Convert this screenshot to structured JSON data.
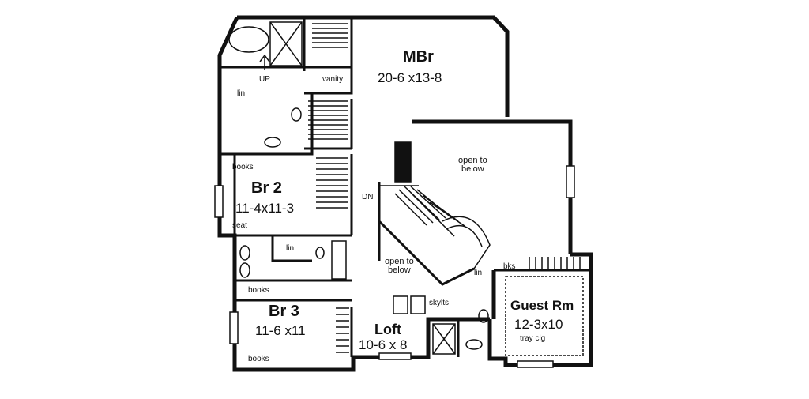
{
  "labels": {
    "mbr_name": "MBr",
    "mbr_dim": "20-6 x13-8",
    "up": "UP",
    "vanity": "vanity",
    "lin_top": "lin",
    "open_below_1_l1": "open to",
    "open_below_1_l2": "below",
    "books_br2": "books",
    "br2_name": "Br 2",
    "br2_dim": "11-4x11-3",
    "seat": "seat",
    "dn": "DN",
    "lin_bath": "lin",
    "open_below_2_l1": "open to",
    "open_below_2_l2": "below",
    "lin_guest": "lin",
    "bks": "bks",
    "guest_name": "Guest Rm",
    "guest_dim": "12-3x10",
    "tray": "tray clg",
    "skylts": "skylts",
    "books_br3_top": "books",
    "br3_name": "Br 3",
    "br3_dim": "11-6 x11",
    "loft_name": "Loft",
    "loft_dim": "10-6 x 8",
    "books_br3_bottom": "books"
  },
  "colors": {
    "ink": "#111111",
    "paper": "#ffffff"
  }
}
